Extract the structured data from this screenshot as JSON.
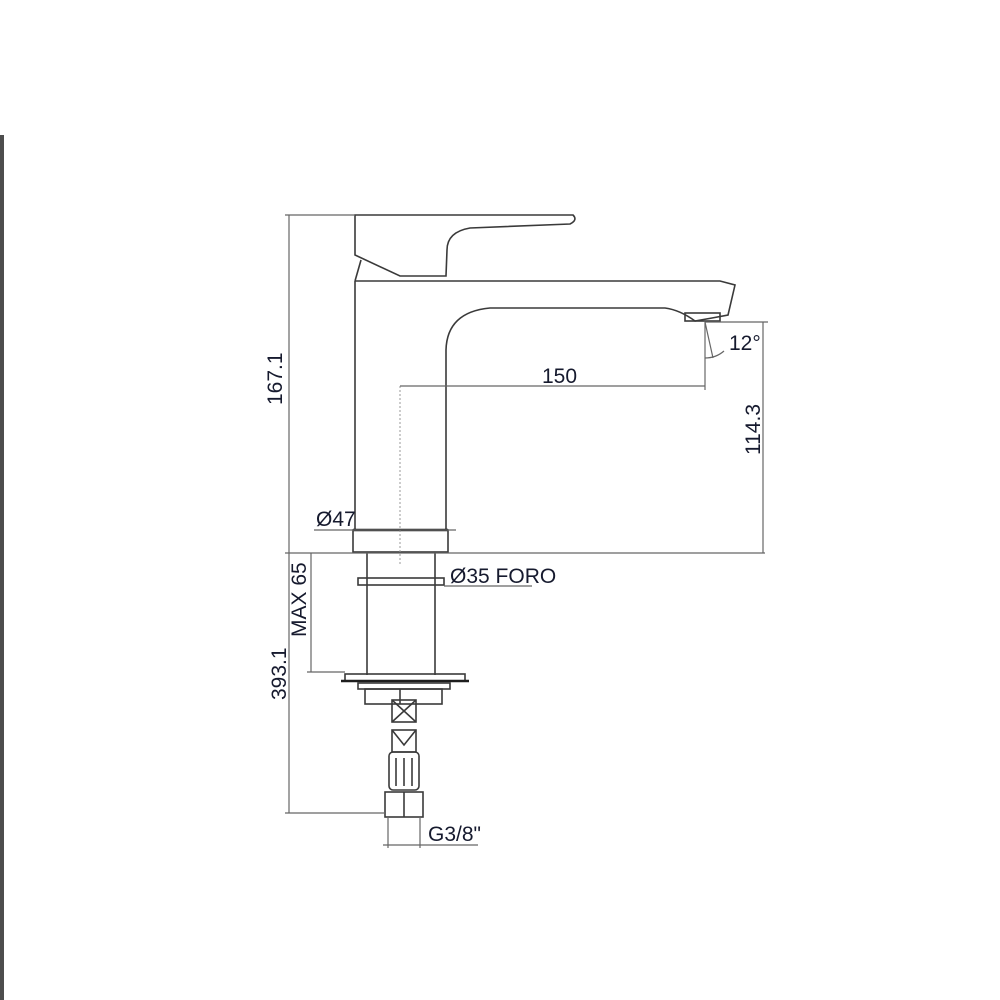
{
  "drawing": {
    "subject": "Single-lever basin mixer technical drawing",
    "colors": {
      "line": "#3a3a3a",
      "text": "#161a2e",
      "edge_bar": "#4d4d4d",
      "background": "#ffffff"
    },
    "dimensions": {
      "total_height": "167.1",
      "spout_reach": "150",
      "spout_angle": "12°",
      "spout_height": "114.3",
      "body_diameter": "Ø47",
      "hole_diameter": "Ø35 FORO",
      "max_deck_thickness": "MAX 65",
      "hose_length": "393.1",
      "connection": "G3/8\""
    }
  }
}
